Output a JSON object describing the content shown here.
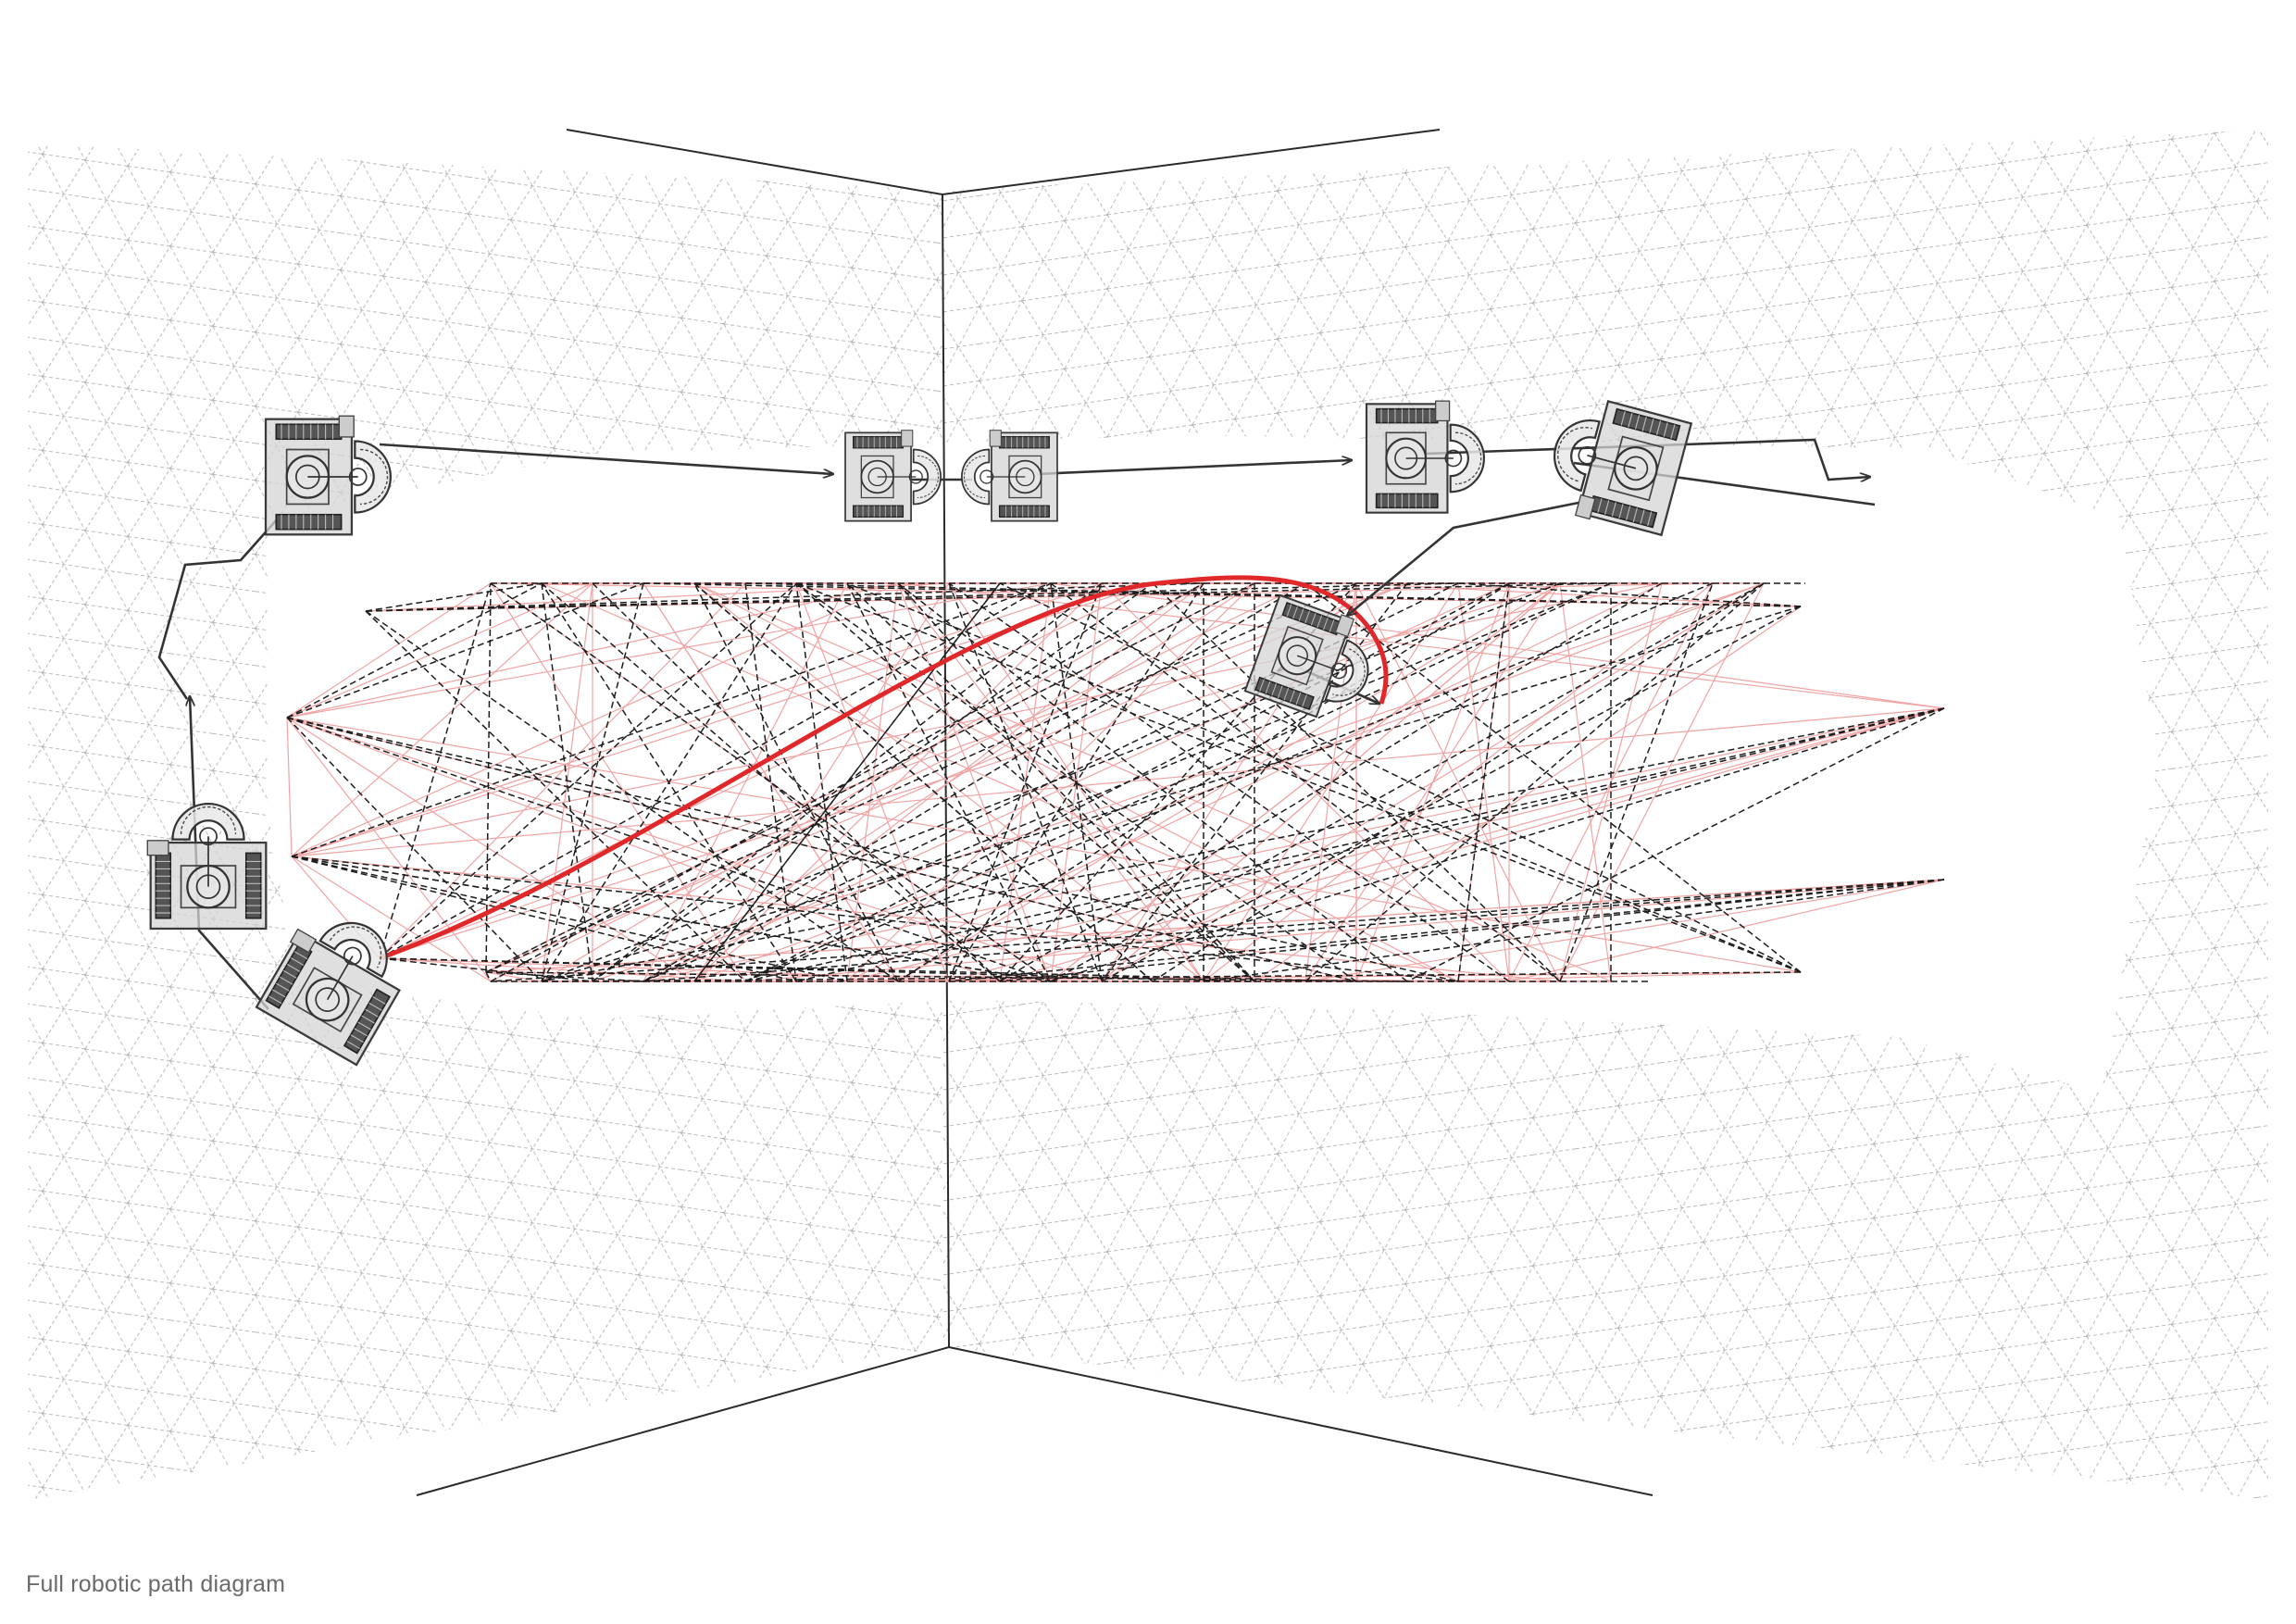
{
  "caption": "Full robotic path diagram",
  "colors": {
    "background": "#ffffff",
    "grid": "#b9b9b9",
    "corner_lines": "#2a2a2a",
    "path_arrow": "#333333",
    "dashed_web": "#1c1c1c",
    "thin_red_web": "#f0a3a3",
    "trajectory_red": "#e0282b",
    "robot_fill": "#d9d9d9",
    "robot_stroke": "#3a3a3a"
  },
  "icons": [
    "robot-crawler-icon",
    "arrowhead-icon"
  ],
  "robots": [
    {
      "id": "robot-1",
      "label": "crawler robot at start"
    },
    {
      "id": "robot-2",
      "label": "crawler robot climbing left wall"
    },
    {
      "id": "robot-3",
      "label": "crawler robot on left wall top"
    },
    {
      "id": "robot-4",
      "label": "crawler robot at corner left side"
    },
    {
      "id": "robot-5",
      "label": "crawler robot at corner right side"
    },
    {
      "id": "robot-6",
      "label": "crawler robot on right wall"
    },
    {
      "id": "robot-7",
      "label": "crawler robot rotated on right wall"
    },
    {
      "id": "robot-8",
      "label": "crawler robot at weaving point"
    }
  ]
}
